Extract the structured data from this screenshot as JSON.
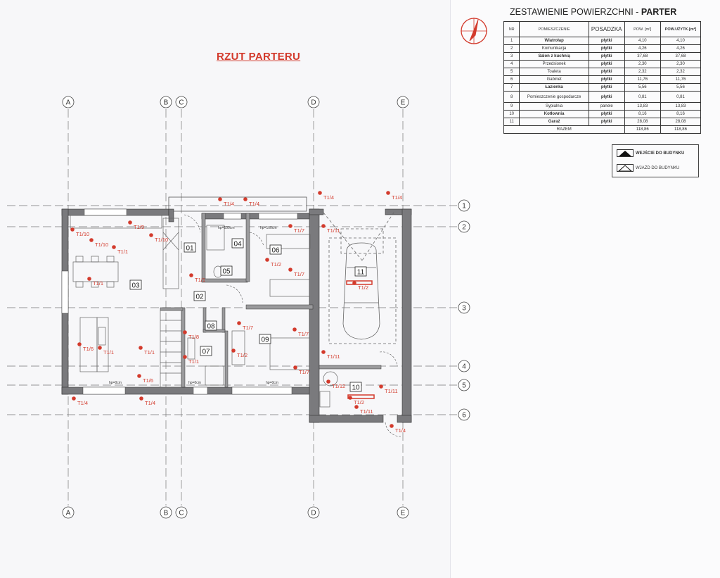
{
  "plan": {
    "title": "RZUT PARTERU",
    "column_axes": [
      "A",
      "B",
      "C",
      "D",
      "E"
    ],
    "row_axes": [
      "1",
      "2",
      "3",
      "4",
      "5",
      "6"
    ],
    "room_numbers": [
      "01",
      "02",
      "03",
      "04",
      "05",
      "06",
      "07",
      "08",
      "09",
      "10",
      "11"
    ],
    "annotations": [
      "T1/4",
      "T1/4",
      "T1/4",
      "T1/4",
      "T1/10",
      "T1/10",
      "T1/9",
      "T1/10",
      "T1/1",
      "T1/1",
      "T1/6",
      "T1/1",
      "T1/1",
      "T1/6",
      "T1/4",
      "T1/4",
      "T1/1",
      "T1/7",
      "T1/7",
      "T1/2",
      "T1/7",
      "T1/8",
      "T1/1",
      "T1/2",
      "T1/7",
      "T1/7",
      "T1/11",
      "T1/11",
      "T1/12",
      "T1/11",
      "T1/2",
      "T1/11",
      "T1/4",
      "T1/2"
    ],
    "dim_notes": [
      "hp=100cm",
      "hp=100cm",
      "hp=0cm",
      "hp=0cm",
      "hp=0cm"
    ],
    "colors": {
      "annotation": "#d33a2c",
      "wall": "#6f6f72",
      "line": "#555555"
    }
  },
  "table": {
    "title": "ZESTAWIENIE POWIERZCHNI - ",
    "title_bold": "PARTER",
    "headers": [
      "NR",
      "POMIESZCZENIE",
      "POSADZKA",
      "POW. [m²]",
      "POW.UŻYTK.[m²]"
    ],
    "rows": [
      {
        "nr": "1",
        "name": "Wiatrołap",
        "floor": "płytki",
        "area": "4,10",
        "usable": "4,10"
      },
      {
        "nr": "2",
        "name": "Komunikacja",
        "floor": "płytki",
        "area": "4,26",
        "usable": "4,26"
      },
      {
        "nr": "3",
        "name": "Salon z kuchnią",
        "floor": "płytki",
        "area": "37,68",
        "usable": "37,68"
      },
      {
        "nr": "4",
        "name": "Przedsionek",
        "floor": "płytki",
        "area": "2,30",
        "usable": "2,30"
      },
      {
        "nr": "5",
        "name": "Toaleta",
        "floor": "płytki",
        "area": "2,32",
        "usable": "2,32"
      },
      {
        "nr": "6",
        "name": "Gabinet",
        "floor": "płytki",
        "area": "11,76",
        "usable": "11,76"
      },
      {
        "nr": "7",
        "name": "Łazienka",
        "floor": "płytki",
        "area": "5,56",
        "usable": "5,56"
      },
      {
        "nr": "8",
        "name": "Pomieszczenie gospodarcze",
        "floor": "płytki",
        "area": "0,81",
        "usable": "0,81"
      },
      {
        "nr": "9",
        "name": "Sypialnia",
        "floor": "panele",
        "area": "13,83",
        "usable": "13,83"
      },
      {
        "nr": "10",
        "name": "Kotłownia",
        "floor": "płytki",
        "area": "8,16",
        "usable": "8,16"
      },
      {
        "nr": "11",
        "name": "Garaż",
        "floor": "płytki",
        "area": "28,08",
        "usable": "28,08"
      }
    ],
    "total_label": "RAZEM",
    "total_area": "118,86",
    "total_usable": "118,86"
  },
  "legend": {
    "entry": "WEJŚCIE DO BUDYNKU",
    "driveway": "WJAZD DO BUDYNKU"
  }
}
